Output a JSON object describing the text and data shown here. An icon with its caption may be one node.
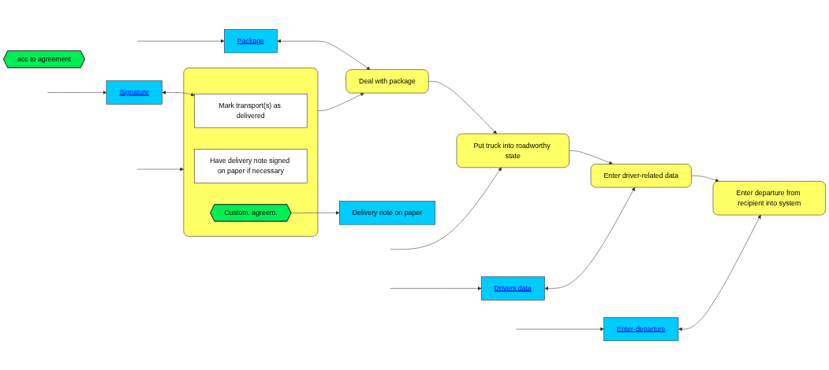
{
  "diagram": {
    "nodes": [
      {
        "text": [],
        "shape": "box"
      },
      {
        "text": [
          "Mark transport(s) as delivered"
        ],
        "in": 0
      },
      {
        "text": [
          "Have delivery note signed on paper if necessary"
        ],
        "in": 0
      },
      {
        "text": [
          "Custom. agreem."
        ],
        "in": 0
      },
      {
        "text": [
          "Deal with package"
        ]
      },
      {
        "text": [
          "Put truck into roadworthy state"
        ]
      },
      {
        "text": [
          "Enter driver-related data"
        ]
      },
      {
        "text": [
          "acc to agreement"
        ]
      },
      {
        "text": [
          "Enter departure from recipient into system"
        ]
      },
      {
        "text": [
          "Signature"
        ]
      },
      {
        "text": [
          "Delivery note on paper"
        ]
      },
      {
        "text": [
          "Package"
        ]
      },
      {
        "text": [
          "Drivers data"
        ]
      },
      {
        "text": [
          "Enter-departure"
        ]
      }
    ],
    "edges": [
      {
        "from": null,
        "to": 0,
        "arrow": "to"
      },
      {
        "from": 0,
        "to": 4,
        "arrow": "to"
      },
      {
        "from": 4,
        "to": 5,
        "arrow": "to"
      },
      {
        "from": null,
        "to": 5,
        "arrow": "to"
      },
      {
        "from": 5,
        "to": 6,
        "arrow": "to"
      },
      {
        "from": 6,
        "to": 8,
        "arrow": "to"
      },
      {
        "from": 9,
        "to": 1,
        "arrow": "both"
      },
      {
        "from": 3,
        "to": 10,
        "arrow": "to"
      },
      {
        "from": 11,
        "to": 4,
        "arrow": "both"
      },
      {
        "from": 12,
        "to": 6,
        "arrow": "both"
      },
      {
        "from": 13,
        "to": 8,
        "arrow": "both"
      },
      {
        "from": null,
        "to": 9,
        "arrow": "to"
      },
      {
        "from": null,
        "to": 11,
        "arrow": "to"
      },
      {
        "from": null,
        "to": 12,
        "arrow": "to"
      },
      {
        "from": null,
        "to": 13,
        "arrow": "to"
      }
    ]
  }
}
